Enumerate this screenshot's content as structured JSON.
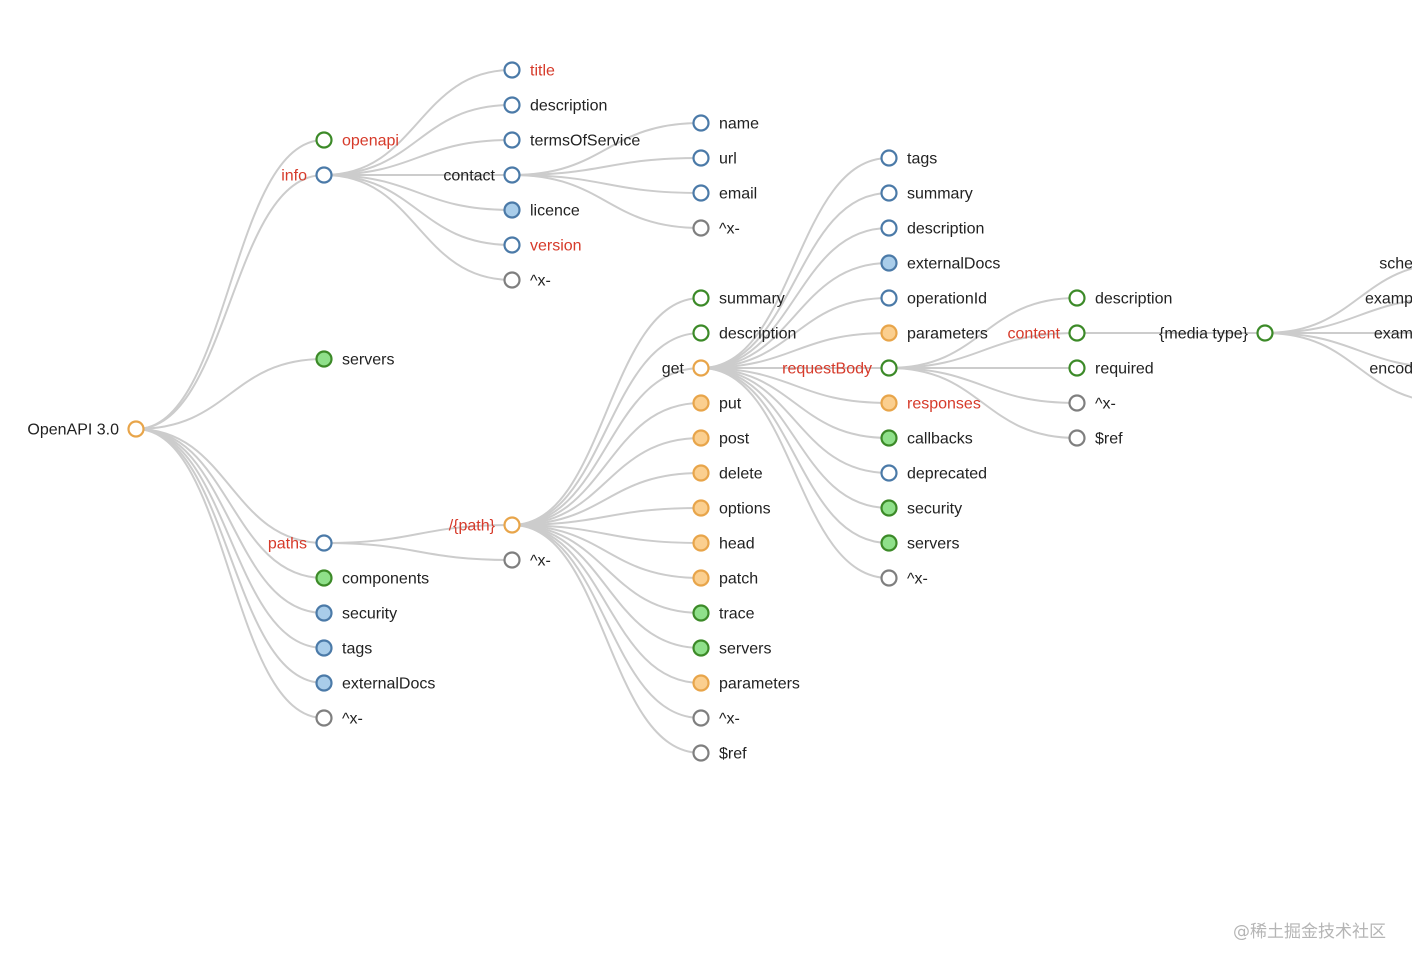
{
  "palette": {
    "label": "#222222",
    "label_highlight": "#d63a2a",
    "link": "#cccccc",
    "type_colors": {
      "orange": {
        "stroke": "#e8a54a",
        "fill": "#fbcf8f"
      },
      "blue": {
        "stroke": "#4b7aa8",
        "fill": "#a9cdea"
      },
      "green": {
        "stroke": "#3c8a28",
        "fill": "#8fe08a"
      },
      "gray": {
        "stroke": "#7f7f7f",
        "fill": "#ffffff"
      }
    }
  },
  "tree": {
    "label": "OpenAPI 3.0",
    "color": "orange",
    "filled": false,
    "children": [
      {
        "label": "openapi",
        "color": "green",
        "filled": false,
        "highlight": true
      },
      {
        "label": "info",
        "color": "blue",
        "filled": false,
        "highlight": true,
        "children": [
          {
            "label": "title",
            "color": "blue",
            "filled": false,
            "highlight": true
          },
          {
            "label": "description",
            "color": "blue",
            "filled": false
          },
          {
            "label": "termsOfService",
            "color": "blue",
            "filled": false
          },
          {
            "label": "contact",
            "color": "blue",
            "filled": false,
            "children": [
              {
                "label": "name",
                "color": "blue",
                "filled": false
              },
              {
                "label": "url",
                "color": "blue",
                "filled": false
              },
              {
                "label": "email",
                "color": "blue",
                "filled": false
              },
              {
                "label": "^x-",
                "color": "gray",
                "filled": false
              }
            ]
          },
          {
            "label": "licence",
            "color": "blue",
            "filled": true
          },
          {
            "label": "version",
            "color": "blue",
            "filled": false,
            "highlight": true
          },
          {
            "label": "^x-",
            "color": "gray",
            "filled": false
          }
        ]
      },
      {
        "label": "servers",
        "color": "green",
        "filled": true
      },
      {
        "label": "paths",
        "color": "blue",
        "filled": false,
        "highlight": true,
        "children": [
          {
            "label": "/{path}",
            "color": "orange",
            "filled": false,
            "highlight": true,
            "children": [
              {
                "label": "summary",
                "color": "green",
                "filled": false
              },
              {
                "label": "description",
                "color": "green",
                "filled": false
              },
              {
                "label": "get",
                "color": "orange",
                "filled": false,
                "children": [
                  {
                    "label": "tags",
                    "color": "blue",
                    "filled": false
                  },
                  {
                    "label": "summary",
                    "color": "blue",
                    "filled": false
                  },
                  {
                    "label": "description",
                    "color": "blue",
                    "filled": false
                  },
                  {
                    "label": "externalDocs",
                    "color": "blue",
                    "filled": true
                  },
                  {
                    "label": "operationId",
                    "color": "blue",
                    "filled": false
                  },
                  {
                    "label": "parameters",
                    "color": "orange",
                    "filled": true
                  },
                  {
                    "label": "requestBody",
                    "color": "green",
                    "filled": false,
                    "highlight": true,
                    "children": [
                      {
                        "label": "description",
                        "color": "green",
                        "filled": false
                      },
                      {
                        "label": "content",
                        "color": "green",
                        "filled": false,
                        "highlight": true,
                        "children": [
                          {
                            "label": "{media type}",
                            "color": "green",
                            "filled": false,
                            "children": [
                              {
                                "label": "sche"
                              },
                              {
                                "label": "examp"
                              },
                              {
                                "label": "exam"
                              },
                              {
                                "label": "encod"
                              },
                              {
                                "label": ""
                              }
                            ]
                          }
                        ]
                      },
                      {
                        "label": "required",
                        "color": "green",
                        "filled": false
                      },
                      {
                        "label": "^x-",
                        "color": "gray",
                        "filled": false
                      },
                      {
                        "label": "$ref",
                        "color": "gray",
                        "filled": false
                      }
                    ]
                  },
                  {
                    "label": "responses",
                    "color": "orange",
                    "filled": true,
                    "highlight": true
                  },
                  {
                    "label": "callbacks",
                    "color": "green",
                    "filled": true
                  },
                  {
                    "label": "deprecated",
                    "color": "blue",
                    "filled": false
                  },
                  {
                    "label": "security",
                    "color": "green",
                    "filled": true
                  },
                  {
                    "label": "servers",
                    "color": "green",
                    "filled": true
                  },
                  {
                    "label": "^x-",
                    "color": "gray",
                    "filled": false
                  }
                ]
              },
              {
                "label": "put",
                "color": "orange",
                "filled": true
              },
              {
                "label": "post",
                "color": "orange",
                "filled": true
              },
              {
                "label": "delete",
                "color": "orange",
                "filled": true
              },
              {
                "label": "options",
                "color": "orange",
                "filled": true
              },
              {
                "label": "head",
                "color": "orange",
                "filled": true
              },
              {
                "label": "patch",
                "color": "orange",
                "filled": true
              },
              {
                "label": "trace",
                "color": "green",
                "filled": true
              },
              {
                "label": "servers",
                "color": "green",
                "filled": true
              },
              {
                "label": "parameters",
                "color": "orange",
                "filled": true
              },
              {
                "label": "^x-",
                "color": "gray",
                "filled": false
              },
              {
                "label": "$ref",
                "color": "gray",
                "filled": false
              }
            ]
          },
          {
            "label": "^x-",
            "color": "gray",
            "filled": false
          }
        ]
      },
      {
        "label": "components",
        "color": "green",
        "filled": true
      },
      {
        "label": "security",
        "color": "blue",
        "filled": true
      },
      {
        "label": "tags",
        "color": "blue",
        "filled": true
      },
      {
        "label": "externalDocs",
        "color": "blue",
        "filled": true
      },
      {
        "label": "^x-",
        "color": "gray",
        "filled": false
      }
    ]
  },
  "watermark": "@稀土掘金技术社区"
}
